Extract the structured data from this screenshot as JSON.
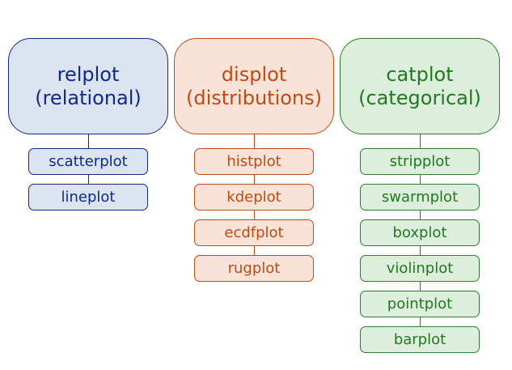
{
  "columns": {
    "relational": {
      "title": "relplot",
      "subtitle": "(relational)",
      "items": [
        "scatterplot",
        "lineplot"
      ]
    },
    "distributions": {
      "title": "displot",
      "subtitle": "(distributions)",
      "items": [
        "histplot",
        "kdeplot",
        "ecdfplot",
        "rugplot"
      ]
    },
    "categorical": {
      "title": "catplot",
      "subtitle": "(categorical)",
      "items": [
        "stripplot",
        "swarmplot",
        "boxplot",
        "violinplot",
        "pointplot",
        "barplot"
      ]
    }
  },
  "colors": {
    "relational": "#0f2a8a",
    "distributions": "#bf4a12",
    "categorical": "#1f7a1f"
  }
}
